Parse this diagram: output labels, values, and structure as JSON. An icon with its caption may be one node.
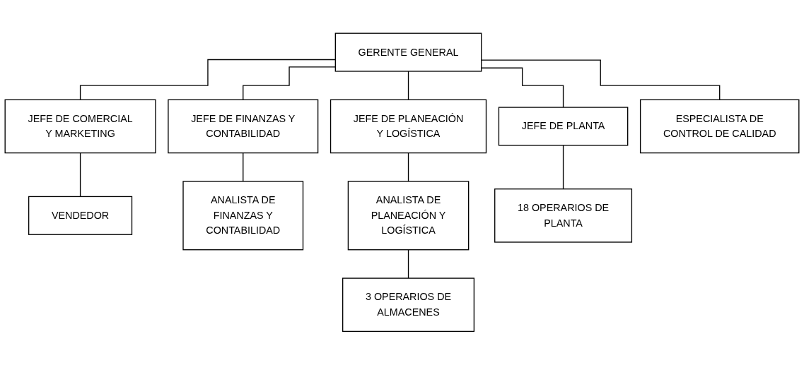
{
  "diagram": {
    "nodes": [
      {
        "text": [
          "GERENTE GENERAL"
        ]
      },
      {
        "text": [
          "JEFE DE COMERCIAL Y MARKETING"
        ]
      },
      {
        "text": [
          "JEFE DE FINANZAS Y CONTABILIDAD"
        ]
      },
      {
        "text": [
          "JEFE DE PLANEACIÓN Y LOGÍSTICA"
        ]
      },
      {
        "text": [
          "JEFE DE PLANTA"
        ]
      },
      {
        "text": [
          "ESPECIALISTA DE CONTROL DE CALIDAD"
        ]
      },
      {
        "text": [
          "VENDEDOR"
        ]
      },
      {
        "text": [
          "ANALISTA DE FINANZAS Y CONTABILIDAD"
        ]
      },
      {
        "text": [
          "ANALISTA DE PLANEACIÓN Y LOGÍSTICA"
        ]
      },
      {
        "text": [
          "18 OPERARIOS DE PLANTA"
        ]
      },
      {
        "text": [
          "3 OPERARIOS DE ALMACENES"
        ]
      }
    ],
    "edges": [
      {
        "from": 0,
        "to": 1,
        "arrow": "none"
      },
      {
        "from": 0,
        "to": 2,
        "arrow": "none"
      },
      {
        "from": 0,
        "to": 3,
        "arrow": "none"
      },
      {
        "from": 0,
        "to": 4,
        "arrow": "none"
      },
      {
        "from": 0,
        "to": 5,
        "arrow": "none"
      },
      {
        "from": 1,
        "to": 6,
        "arrow": "none"
      },
      {
        "from": 2,
        "to": 7,
        "arrow": "none"
      },
      {
        "from": 3,
        "to": 8,
        "arrow": "none"
      },
      {
        "from": 4,
        "to": 9,
        "arrow": "none"
      },
      {
        "from": 8,
        "to": 10,
        "arrow": "none"
      }
    ]
  }
}
